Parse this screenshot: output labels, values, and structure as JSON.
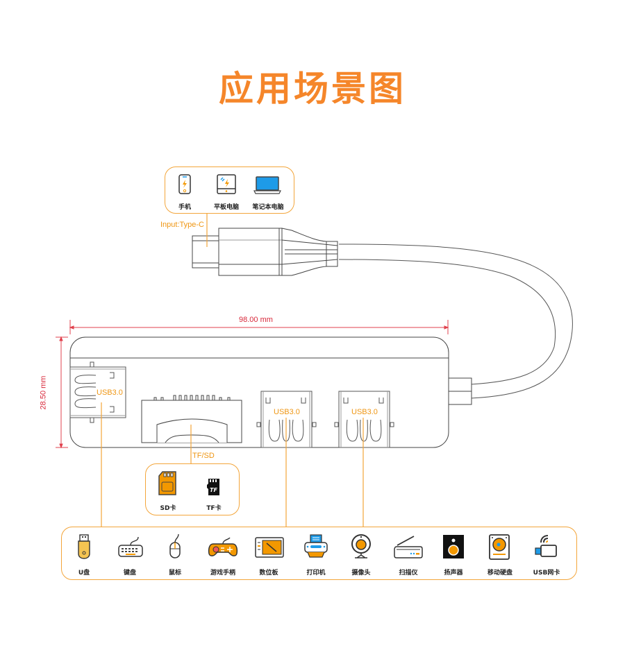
{
  "title": "应用场景图",
  "input": {
    "label": "Input:Type-C",
    "devices": [
      {
        "label": "手机",
        "icon": "phone-icon"
      },
      {
        "label": "平板电脑",
        "icon": "tablet-icon"
      },
      {
        "label": "笔记本电脑",
        "icon": "laptop-icon"
      }
    ]
  },
  "dimensions": {
    "width": "98.00 mm",
    "height": "28.50 mm"
  },
  "ports": {
    "usb_left": "USB3.0",
    "card_slot": "TF/SD",
    "usb_mid": "USB3.0",
    "usb_right": "USB3.0"
  },
  "cards": [
    {
      "label": "SD卡",
      "icon": "sd-card-icon"
    },
    {
      "label": "TF卡",
      "icon": "tf-card-icon"
    }
  ],
  "tf_icon_text": "TF",
  "peripherals": [
    {
      "label": "U盘",
      "icon": "usb-drive-icon"
    },
    {
      "label": "键盘",
      "icon": "keyboard-icon"
    },
    {
      "label": "鼠标",
      "icon": "mouse-icon"
    },
    {
      "label": "游戏手柄",
      "icon": "gamepad-icon"
    },
    {
      "label": "数位板",
      "icon": "drawing-tablet-icon"
    },
    {
      "label": "打印机",
      "icon": "printer-icon"
    },
    {
      "label": "摄像头",
      "icon": "webcam-icon"
    },
    {
      "label": "扫描仪",
      "icon": "scanner-icon"
    },
    {
      "label": "扬声器",
      "icon": "speaker-icon"
    },
    {
      "label": "移动硬盘",
      "icon": "hard-drive-icon"
    },
    {
      "label": "USB网卡",
      "icon": "usb-wifi-adapter-icon"
    }
  ],
  "colors": {
    "accent": "#f5862a",
    "line_orange": "#f3a53a",
    "dimension_red": "#d8283a",
    "icon_orange": "#f39800",
    "icon_blue": "#1e9be8"
  }
}
